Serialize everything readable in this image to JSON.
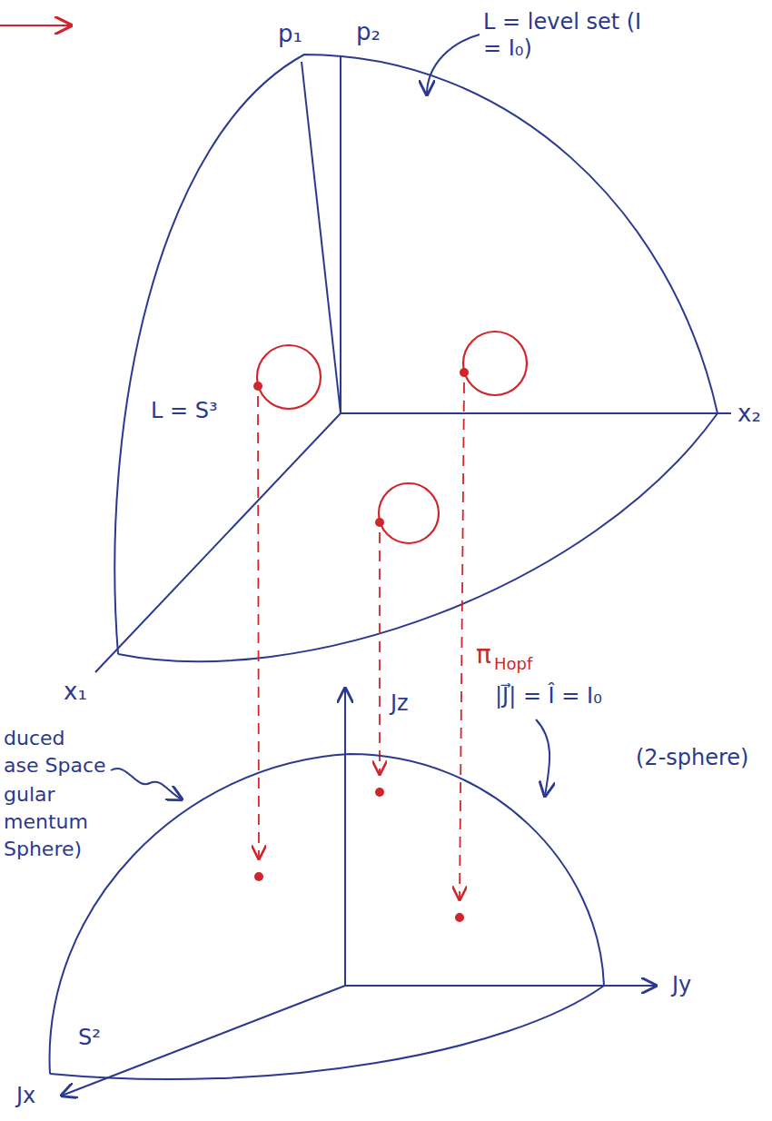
{
  "diagram": {
    "labels": [
      "p₁",
      "p₂",
      "L = level set (I = I₀)",
      "L = S³",
      "x₂",
      "x₁",
      "π",
      "Hopf",
      "Jz",
      "|J⃗| = Î = I₀",
      "(2-sphere)",
      "duced",
      "ase Space",
      "gular",
      "mentum",
      "Sphere)",
      "S²",
      "Jy",
      "Jx"
    ]
  }
}
